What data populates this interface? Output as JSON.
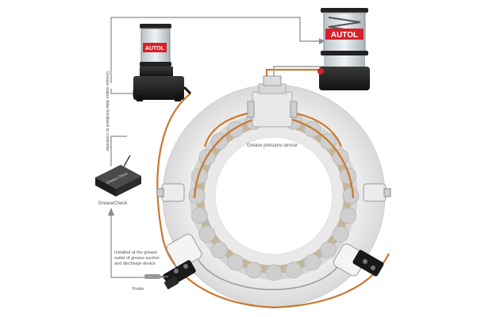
{
  "diagram": {
    "labels": {
      "feedback": "Grease status data feedback to controller",
      "pressure_sensor": "Grease pressure sensor",
      "grease_check": "GreaseCheck",
      "grease_check_box": "Grease Check",
      "install_note_1": "Installed at the grease",
      "install_note_2": "outlet of grease suction",
      "install_note_3": "and discharge device",
      "probe": "Probe"
    },
    "pumps": {
      "small_brand": "AUTOL",
      "large_brand": "AUTOL"
    },
    "colors": {
      "grease_line": "#c8782f",
      "signal_line": "#8a8a8a",
      "brand_red": "#d6202a",
      "ring": "#e6e6e6"
    }
  }
}
